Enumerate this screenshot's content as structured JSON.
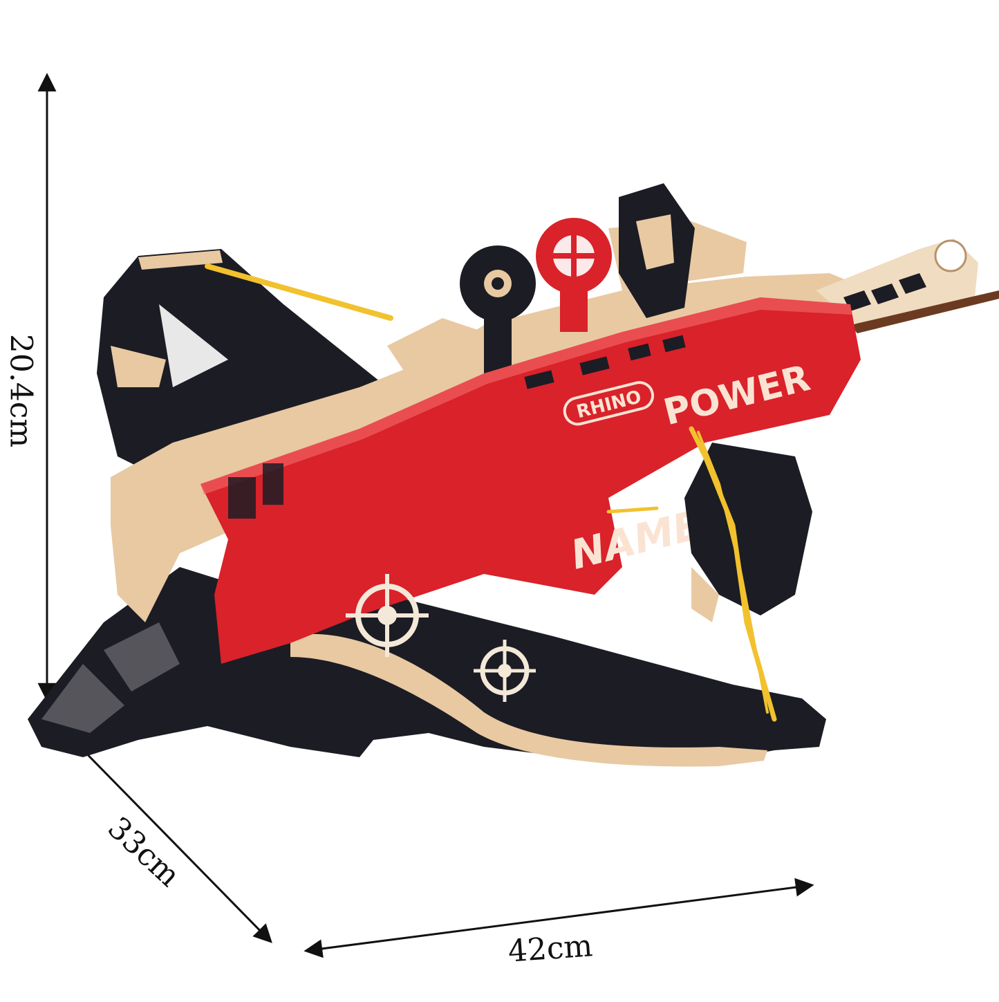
{
  "dimensions": {
    "height_label": "20.4cm",
    "depth_label": "33cm",
    "width_label": "42cm"
  },
  "product": {
    "badge_text": "RHINO",
    "power_text": "POWER",
    "named_text": "NAMED",
    "colors": {
      "body_red": "#d9222a",
      "limb_black": "#1c1c24",
      "wood_tan": "#e8c9a2",
      "string_yellow": "#f2c12e"
    }
  }
}
